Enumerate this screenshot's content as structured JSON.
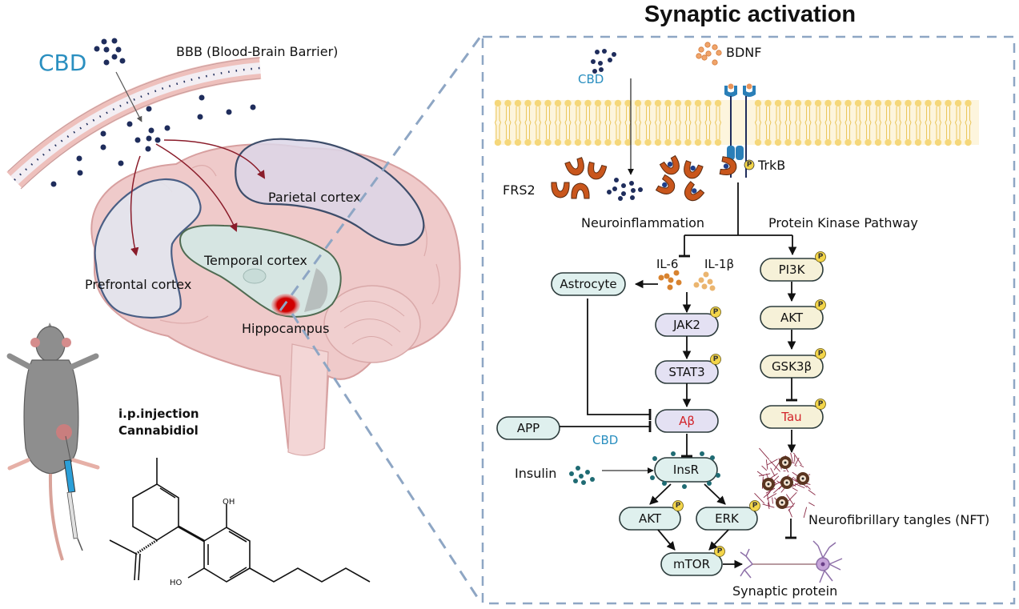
{
  "title": "Synaptic activation",
  "left_panel": {
    "cbd_label": "CBD",
    "bbb_label": "BBB  (Blood-Brain Barrier)",
    "regions": {
      "parietal": "Parietal cortex",
      "temporal": "Temporal cortex",
      "prefrontal": "Prefrontal cortex",
      "hippocampus": "Hippocampus"
    },
    "injection": {
      "line1": "i.p.injection",
      "line2": "Cannabidiol"
    },
    "molecule": {
      "oh_top": "OH",
      "oh_bottom": "HO"
    }
  },
  "right_panel": {
    "cbd_label": "CBD",
    "bdnf_label": "BDNF",
    "trkb_label": "TrkB",
    "frs2_label": "FRS2",
    "neuroinflammation_label": "Neuroinflammation",
    "pkp_label": "Protein Kinase Pathway",
    "il6_label": "IL-6",
    "il1b_label": "IL-1β",
    "phospho_mark": "P",
    "nodes": {
      "astrocyte": "Astrocyte",
      "jak2": "JAK2",
      "stat3": "STAT3",
      "abeta": "Aβ",
      "app": "APP",
      "insr": "InsR",
      "akt_left": "AKT",
      "erk": "ERK",
      "mtor": "mTOR",
      "pi3k": "PI3K",
      "akt_right": "AKT",
      "gsk3b": "GSK3β",
      "tau": "Tau"
    },
    "app_cbd_label": "CBD",
    "insulin_label": "Insulin",
    "nft_label": "Neurofibrillary tangles (NFT)",
    "synaptic_protein_label": "Synaptic protein"
  },
  "colors": {
    "cbd_blue": "#2a8fc0",
    "dot_navy": "#1f2d5c",
    "bdnf_orange": "#e8945a",
    "frs2_orange": "#c9561c",
    "membrane_yellow": "#f5d77a",
    "teal_node": "#dff0ee",
    "lavender_node": "#e4e1f3",
    "cream_node": "#f6f1d8",
    "phospho_yellow": "#f3d54a",
    "highlight_red": "#d2232a",
    "dashed_frame": "#8ea6c4",
    "brain_pink": "#edc3c3"
  }
}
